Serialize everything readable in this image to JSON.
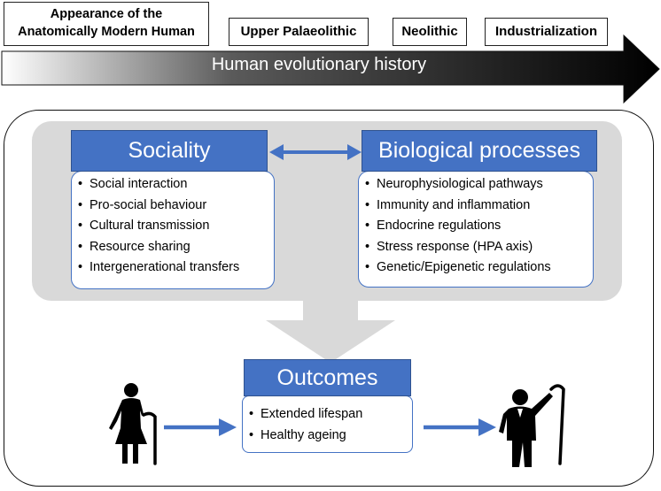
{
  "timeline": {
    "label": "Human evolutionary history",
    "eras": [
      "Appearance of the\nAnatomically Modern Human",
      "Upper Palaeolithic",
      "Neolithic",
      "Industrialization"
    ]
  },
  "sociality": {
    "title": "Sociality",
    "items": [
      "Social interaction",
      "Pro-social behaviour",
      "Cultural transmission",
      "Resource sharing",
      "Intergenerational transfers"
    ]
  },
  "biological": {
    "title": "Biological processes",
    "items": [
      "Neurophysiological pathways",
      "Immunity and inflammation",
      "Endocrine regulations",
      "Stress response (HPA axis)",
      "Genetic/Epigenetic regulations"
    ]
  },
  "outcomes": {
    "title": "Outcomes",
    "items": [
      "Extended lifespan",
      "Healthy ageing"
    ]
  },
  "colors": {
    "accent_blue": "#4472c4",
    "panel_grey": "#d9d9d9",
    "timeline_dark": "#000000"
  },
  "icons": [
    "elderly-woman-with-cane-icon",
    "elderly-man-with-cane-waving-icon"
  ]
}
